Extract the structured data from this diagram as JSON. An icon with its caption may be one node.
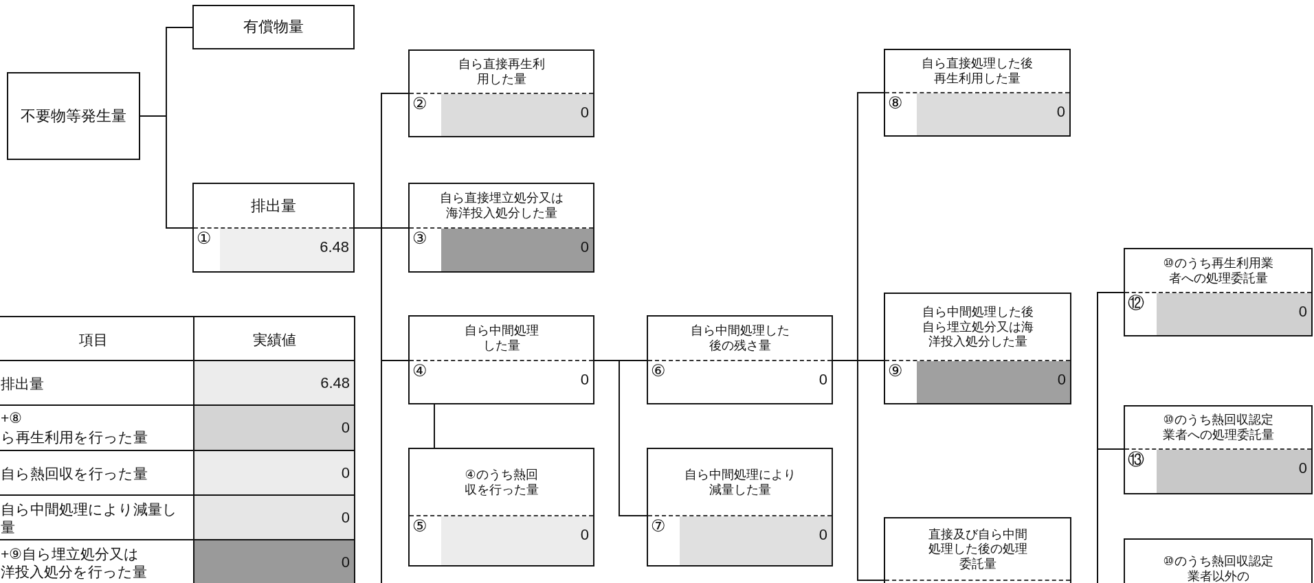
{
  "diagram": {
    "nodes": [
      {
        "text": [
          "不要物等発生量"
        ]
      },
      {
        "text": [
          "有償物量"
        ]
      },
      {
        "text": [
          "排出量",
          "①",
          "6.48"
        ]
      },
      {
        "text": [
          "自ら直接再生利用した量",
          "②",
          "0"
        ]
      },
      {
        "text": [
          "自ら直接埋立処分又は海洋投入処分した量",
          "③",
          "0"
        ]
      },
      {
        "text": [
          "自ら中間処理した量",
          "④",
          "0"
        ]
      },
      {
        "text": [
          "④のうち熱回収を行った量",
          "⑤",
          "0"
        ]
      },
      {
        "text": [
          "自ら中間処理した後の残さ量",
          "⑥",
          "0"
        ]
      },
      {
        "text": [
          "自ら中間処理により減量した量",
          "⑦",
          "0"
        ]
      },
      {
        "text": [
          "自ら直接処理した後再生利用した量",
          "⑧",
          "0"
        ]
      },
      {
        "text": [
          "自ら中間処理した後自ら埋立処分又は海洋投入処分した量",
          "⑨",
          "0"
        ]
      },
      {
        "text": [
          "⑩のうち再生利用業者への処理委託量",
          "⑫",
          "0"
        ]
      },
      {
        "text": [
          "⑩のうち熱回収認定業者への処理委託量",
          "⑬",
          "0"
        ]
      },
      {
        "text": [
          "直接及び自ら中間処理した後の処理委託量"
        ]
      },
      {
        "text": [
          "⑩のうち熱回収認定業者以外の"
        ]
      }
    ],
    "edges": [
      {
        "from": 0,
        "to": 1,
        "arrow": "none"
      },
      {
        "from": 0,
        "to": 2,
        "arrow": "none"
      },
      {
        "from": 2,
        "to": 3,
        "arrow": "none"
      },
      {
        "from": 2,
        "to": 4,
        "arrow": "none"
      },
      {
        "from": 2,
        "to": 5,
        "arrow": "none"
      },
      {
        "from": 2,
        "to": null,
        "arrow": "none"
      },
      {
        "from": 5,
        "to": 6,
        "arrow": "none"
      },
      {
        "from": 5,
        "to": 7,
        "arrow": "none"
      },
      {
        "from": 5,
        "to": 8,
        "arrow": "none"
      },
      {
        "from": 7,
        "to": 9,
        "arrow": "none"
      },
      {
        "from": 7,
        "to": 10,
        "arrow": "none"
      },
      {
        "from": 7,
        "to": 13,
        "arrow": "none"
      },
      {
        "from": null,
        "to": 11,
        "arrow": "none"
      },
      {
        "from": null,
        "to": 12,
        "arrow": "none"
      }
    ],
    "labels": [
      "項目",
      "実績値",
      "排出量",
      "6.48",
      "+⑧",
      "ら再生利用を行った量",
      "0",
      "自ら熱回収を行った量",
      "0",
      "自ら中間処理により減量し",
      "量",
      "0",
      "+⑨自ら埋立処分又は",
      "洋投入処分を行った量",
      "0"
    ]
  }
}
